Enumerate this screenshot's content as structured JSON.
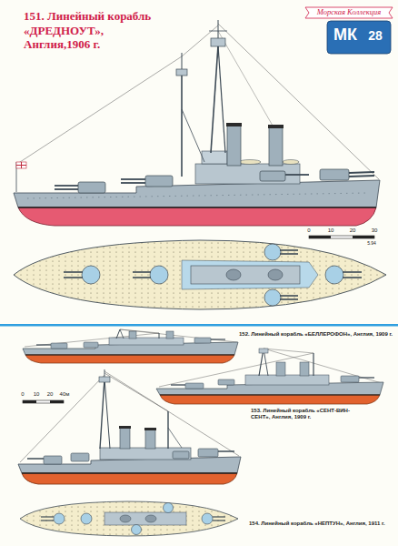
{
  "diagram": {
    "title": "151. Линейный корабль «ДРЕДНОУТ», Англия,1906 г.",
    "labels": [
      "Морская Коллекция",
      "МК",
      "28",
      "0",
      "10",
      "20",
      "30",
      "5.94",
      "152. Линейный корабль «БЕЛЛЕРОФОН», Англия, 1909 г.",
      "153. Линейный корабль «СЕНТ-ВИН-СЕНТ», Англия, 1909 г.",
      "0",
      "10",
      "20",
      "40м",
      "154. Линейный корабль «НЕПТУН», Англия, 1911 г."
    ]
  }
}
